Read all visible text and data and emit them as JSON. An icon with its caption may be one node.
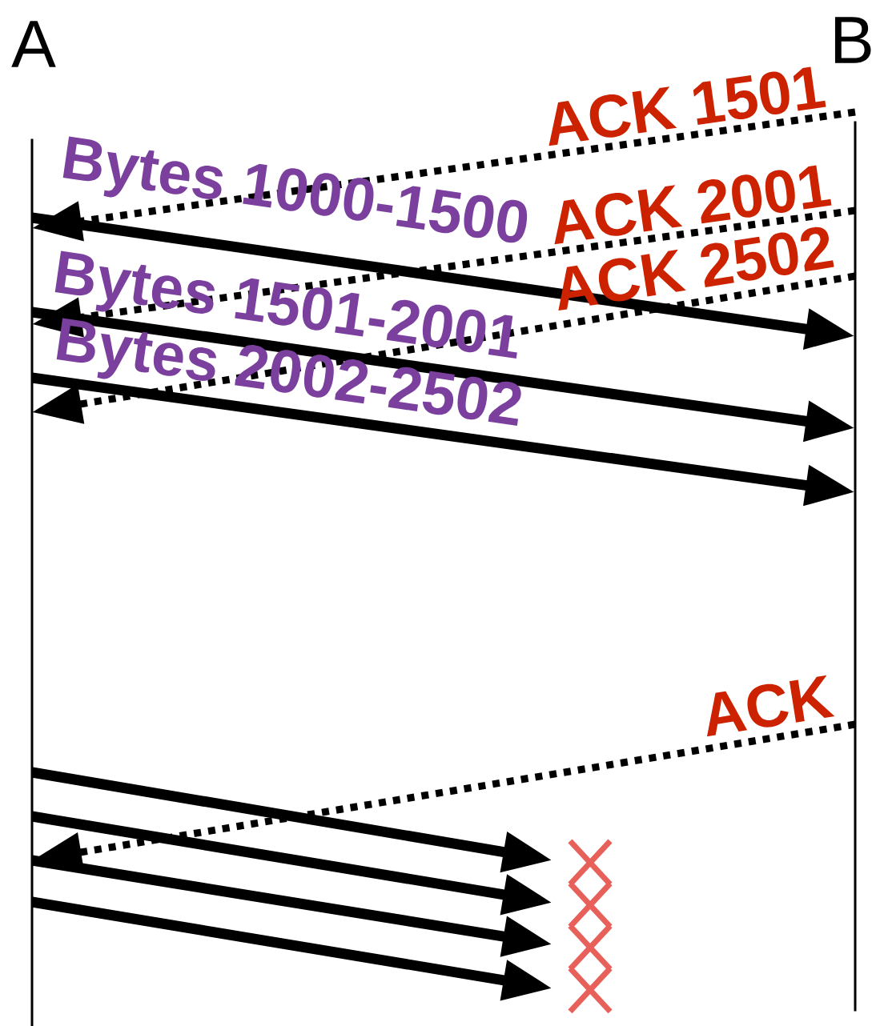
{
  "diagram": {
    "nodes": [
      {
        "text": [
          "A"
        ]
      },
      {
        "text": [
          "B"
        ]
      }
    ],
    "edges": [
      {
        "from": 0,
        "to": 1,
        "arrow": "to",
        "label": "Bytes 1000-1500"
      },
      {
        "from": 1,
        "to": 0,
        "arrow": "to",
        "label": "ACK 1501",
        "style": "dashed"
      },
      {
        "from": 0,
        "to": 1,
        "arrow": "to",
        "label": "Bytes 1501-2001"
      },
      {
        "from": 1,
        "to": 0,
        "arrow": "to",
        "label": "ACK 2001",
        "style": "dashed"
      },
      {
        "from": 0,
        "to": 1,
        "arrow": "to",
        "label": "Bytes 2002-2502"
      },
      {
        "from": 1,
        "to": 0,
        "arrow": "to",
        "label": "ACK 2502",
        "style": "dashed"
      },
      {
        "from": 1,
        "to": 0,
        "arrow": "to",
        "label": "ACK",
        "style": "dashed"
      },
      {
        "from": 0,
        "to": null,
        "arrow": "to"
      },
      {
        "from": 0,
        "to": null,
        "arrow": "to"
      },
      {
        "from": 0,
        "to": null,
        "arrow": "to"
      },
      {
        "from": 0,
        "to": null,
        "arrow": "to"
      }
    ]
  }
}
